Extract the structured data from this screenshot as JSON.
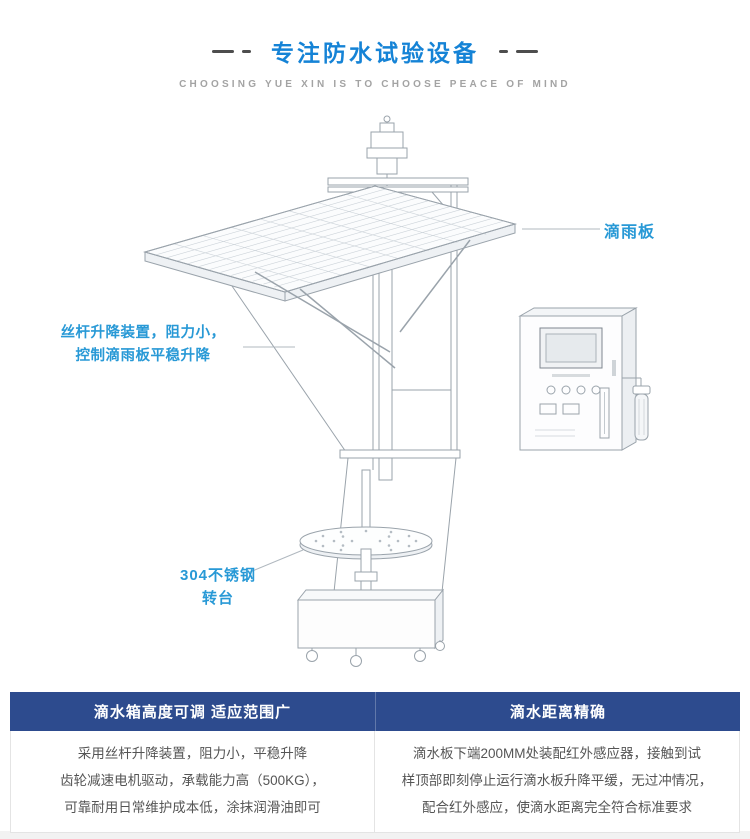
{
  "colors": {
    "title_blue": "#1583d6",
    "annotation_blue": "#2899d6",
    "table_header_bg": "#2d4b8e",
    "table_header_text": "#ffffff",
    "table_body_text": "#555555",
    "subtitle_gray": "#a3a3a3"
  },
  "header": {
    "title": "专注防水试验设备",
    "subtitle": "CHOOSING YUE XIN IS TO CHOOSE PEACE OF MIND"
  },
  "annotations": {
    "drip_plate": {
      "label": "滴雨板"
    },
    "screw_lift": {
      "lines": [
        "丝杆升降装置，阻力小，",
        "控制滴雨板平稳升降"
      ]
    },
    "turntable": {
      "lines": [
        "304不锈钢",
        "转台"
      ]
    }
  },
  "features_table": {
    "columns": [
      {
        "header": "滴水箱高度可调 适应范围广",
        "lines": [
          "采用丝杆升降装置，阻力小，平稳升降",
          "齿轮减速电机驱动，承载能力高（500KG），",
          "可靠耐用日常维护成本低，涂抹润滑油即可"
        ]
      },
      {
        "header": "滴水距离精确",
        "lines": [
          "滴水板下端200MM处装配红外感应器，接触到试",
          "样顶部即刻停止运行滴水板升降平缓，无过冲情况，",
          "配合红外感应，使滴水距离完全符合标准要求"
        ]
      }
    ]
  }
}
